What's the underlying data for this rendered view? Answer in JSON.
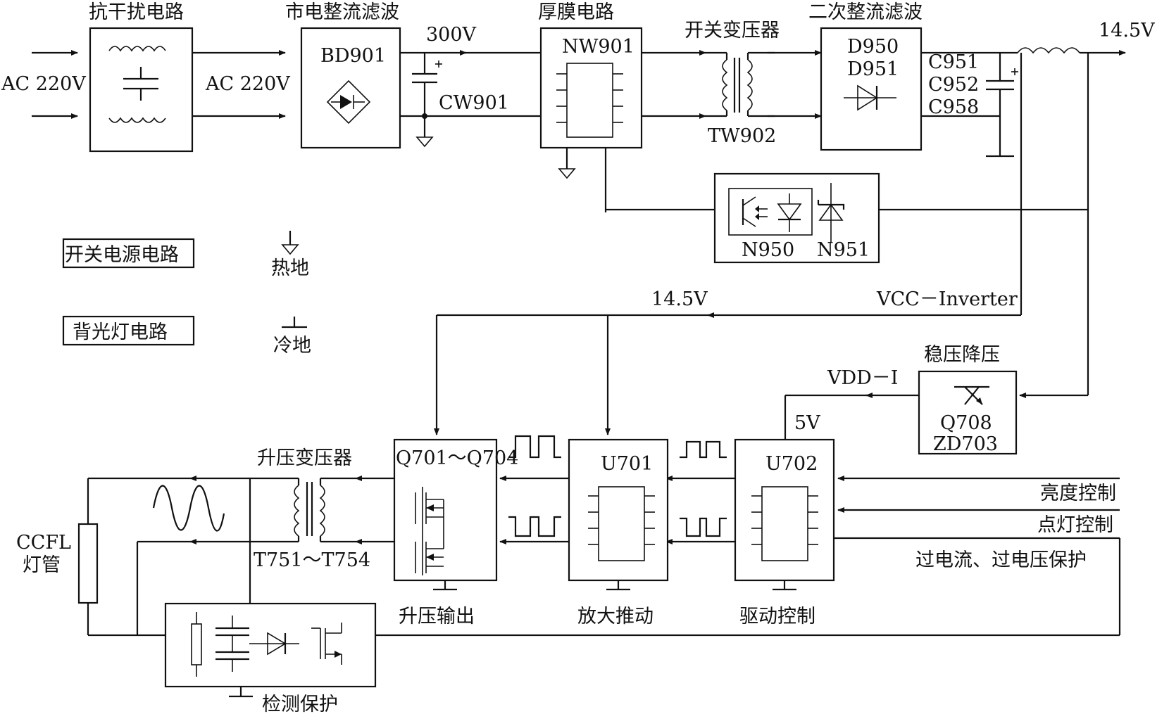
{
  "power": {
    "emi_title": "抗干扰电路",
    "rect_title": "市电整流滤波",
    "thick_title": "厚膜电路",
    "xfmr_title": "开关变压器",
    "sec_title": "二次整流滤波",
    "ac_in": "AC 220V",
    "ac_mid": "AC 220V",
    "v300": "300V",
    "bd": "BD901",
    "cw": "CW901",
    "nw": "NW901",
    "tw": "TW902",
    "d1": "D950",
    "d2": "D951",
    "c1": "C951",
    "c2": "C952",
    "c3": "C958",
    "v_out": "14.5V",
    "n950": "N950",
    "n951": "N951"
  },
  "legend": {
    "power_label": "开关电源电路",
    "backlight_label": "背光灯电路",
    "hot_ground": "热地",
    "cold_ground": "冷地"
  },
  "backlight": {
    "v_bus": "14.5V",
    "vcc_label": "VCC－Inverter",
    "reg_title": "稳压降压",
    "q708": "Q708",
    "zd703": "ZD703",
    "vdd": "VDD－I",
    "v5": "5V",
    "q_label": "Q701～Q704",
    "u701": "U701",
    "u702": "U702",
    "boost_xfmr": "升压变压器",
    "t_label": "T751～T754",
    "ccfl1": "CCFL",
    "ccfl2": "灯管",
    "brightness": "亮度控制",
    "light_ctrl": "点灯控制",
    "protection": "过电流、过电压保护",
    "boost_out": "升压输出",
    "amp_drive": "放大推动",
    "drive_ctrl": "驱动控制",
    "detect": "检测保护"
  }
}
